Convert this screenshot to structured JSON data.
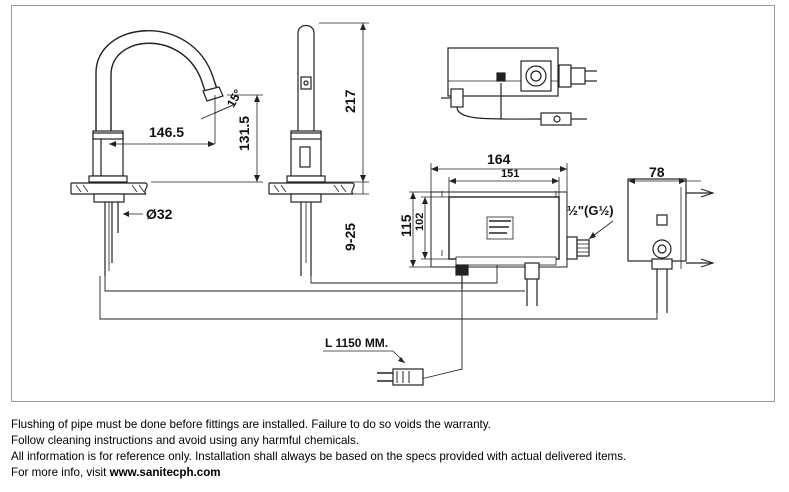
{
  "drawing": {
    "labels": {
      "spout_reach": "146.5",
      "spout_angle": "15°",
      "spout_height": "131.5",
      "total_height": "217",
      "hole_diameter": "Ø32",
      "deck_thickness": "9-25",
      "box_outer_width": "164",
      "box_inner_width": "151",
      "box_outer_height": "115",
      "box_inner_height": "102",
      "thread_size": "½\"(G½)",
      "box_depth": "78",
      "cable_length": "L 1150 MM."
    }
  },
  "notes": {
    "line1": "Flushing of pipe must be done before fittings are installed. Failure to do so voids the warranty.",
    "line2": "Follow cleaning instructions and avoid using any harmful chemicals.",
    "line3": "All information is for reference only. Installation shall always be based on the specs provided with actual delivered items.",
    "line4_prefix": "For more info, visit ",
    "website": "www.sanitecph.com"
  }
}
